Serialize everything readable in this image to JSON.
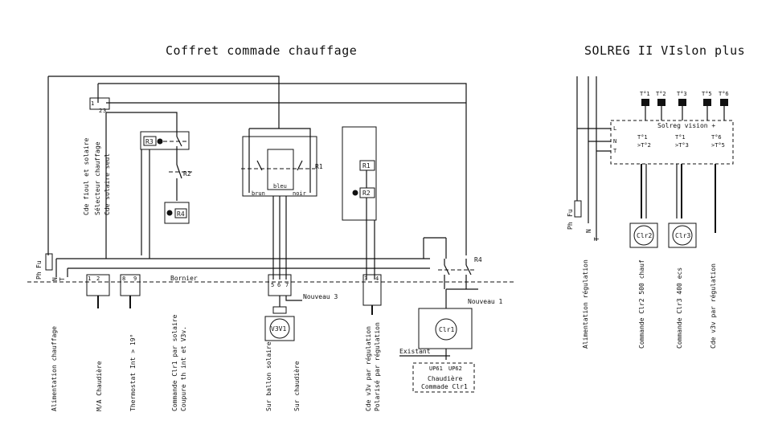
{
  "titles": {
    "left": "Coffret commade chauffage",
    "right": "SOLREG II VIslon plus"
  },
  "left_panel": {
    "supply": {
      "ph": "Ph",
      "fu": "Fu",
      "n": "N",
      "t": "T"
    },
    "selector_labels": [
      "Cde fioul et solaire",
      "Sélecteur chauffage",
      "Cde solaire seul"
    ],
    "relays": {
      "r1": "R1",
      "r2": "R2",
      "r3": "R3",
      "r4": "R4",
      "r1b": "R1",
      "r2b": "R2"
    },
    "valve_block": {
      "bleu": "bleu",
      "brun": "brun",
      "noir": "noir"
    },
    "bornier": "Bornier",
    "terminals": [
      "1",
      "2",
      "8",
      "9",
      "5",
      "6",
      "7",
      "3",
      "4"
    ],
    "new_labels": {
      "nouveau3": "Nouveau 3",
      "nouveau1": "Nouveau 1"
    },
    "circles": {
      "v3v1": "V3V1",
      "clr1": "Clr1"
    },
    "existant": "Existant",
    "up": {
      "up61": "UP61",
      "up62": "UP62"
    },
    "chaudiere_box": [
      "Chaudière",
      "Commade Clr1"
    ],
    "bottom_labels": [
      [
        "Alimentation chauffage"
      ],
      [
        "M/A Chaudière"
      ],
      [
        "Thermostat Int > 19°"
      ],
      [
        "Commande Clr1 par solaire",
        "Coupure th int et V3v."
      ],
      [
        "Sur ballon solaire"
      ],
      [
        "Sur chaudière"
      ],
      [
        "Cde v3v par régulation",
        "Polarisé par régulation"
      ]
    ]
  },
  "right_panel": {
    "sensors": [
      "T°1",
      "T°2",
      "T°3",
      "T°5",
      "T°6"
    ],
    "unit_title": "Solreg vision +",
    "unit_rows": [
      ">T°2",
      ">T°3",
      ">T°5"
    ],
    "unit_row_heads": [
      "T°1",
      "T°1",
      "T°6"
    ],
    "lnt": [
      "L",
      "N",
      "T"
    ],
    "supply": {
      "ph": "Ph",
      "fu": "Fu",
      "n": "N",
      "t": "T"
    },
    "circles": {
      "clr2": "Clr2",
      "clr3": "Clr3"
    },
    "bottom_labels": [
      "Alimentation régulation",
      "Commande Clr2 500 chauf",
      "Commande Clr3 400 ecs",
      "Cde v3v par régulation"
    ]
  }
}
